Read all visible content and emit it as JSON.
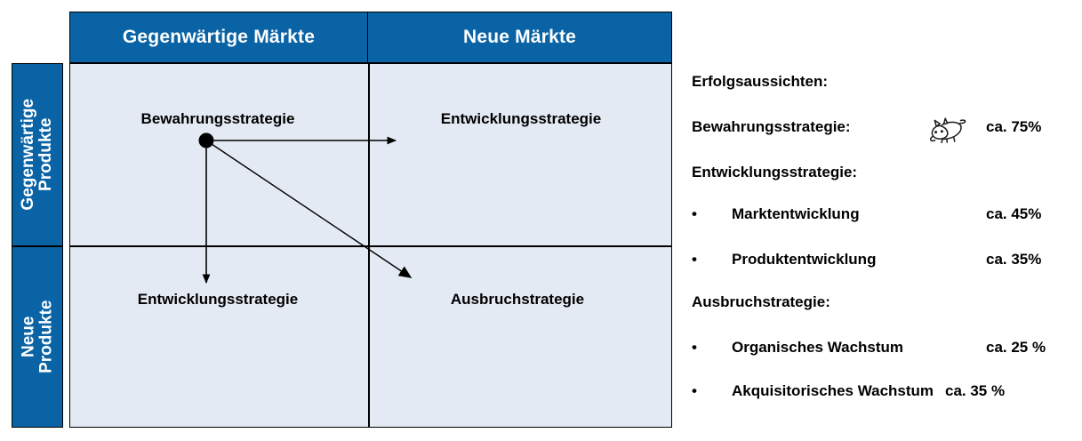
{
  "matrix": {
    "column_headers": [
      {
        "id": "current-markets",
        "label": "Gegenwärtige Märkte"
      },
      {
        "id": "new-markets",
        "label": "Neue Märkte"
      }
    ],
    "row_headers": [
      {
        "id": "current-products",
        "line1": "Gegenwärtige",
        "line2": "Produkte"
      },
      {
        "id": "new-products",
        "line1": "Neue",
        "line2": "Produkte"
      }
    ],
    "cells": [
      {
        "id": "q1",
        "label": "Bewahrungsstrategie"
      },
      {
        "id": "q2",
        "label": "Entwicklungsstrategie"
      },
      {
        "id": "q3",
        "label": "Entwicklungsstrategie"
      },
      {
        "id": "q4",
        "label": "Ausbruchstrategie"
      }
    ],
    "colors": {
      "header_blue": "#0A63A5",
      "cell_fill": "#E4EAF4",
      "border": "#000000",
      "header_text": "#FFFFFF",
      "cell_text": "#000000"
    }
  },
  "legend": {
    "title": "Erfolgsaussichten:",
    "entries": [
      {
        "id": "bewahrungsstrategie",
        "label": "Bewahrungsstrategie:",
        "percent": "ca. 75%",
        "icon": "cat-icon",
        "type": "heading-with-value"
      },
      {
        "id": "entwicklungsstrategie",
        "label": "Entwicklungsstrategie:",
        "type": "heading"
      },
      {
        "id": "marktentwicklung",
        "bullet": "•",
        "label": "Marktentwicklung",
        "percent": "ca. 45%",
        "type": "bullet"
      },
      {
        "id": "produktentwicklung",
        "bullet": "•",
        "label": "Produktentwicklung",
        "percent": "ca. 35%",
        "type": "bullet"
      },
      {
        "id": "ausbruchstrategie",
        "label": "Ausbruchstrategie:",
        "type": "heading"
      },
      {
        "id": "organisches-wachstum",
        "bullet": "•",
        "label": "Organisches Wachstum",
        "percent": "ca. 25 %",
        "type": "bullet"
      },
      {
        "id": "akquisitorisches-wachstum",
        "bullet": "•",
        "label": "Akquisitorisches Wachstum",
        "percent": "ca. 35 %",
        "type": "bullet"
      }
    ]
  },
  "arrows": [
    {
      "id": "arrow-to-new-markets",
      "from": "q1",
      "to": "q2",
      "direction": "right"
    },
    {
      "id": "arrow-to-new-products",
      "from": "q1",
      "to": "q3",
      "direction": "down"
    },
    {
      "id": "arrow-to-breakout",
      "from": "q1",
      "to": "q4",
      "direction": "diagonal"
    }
  ]
}
